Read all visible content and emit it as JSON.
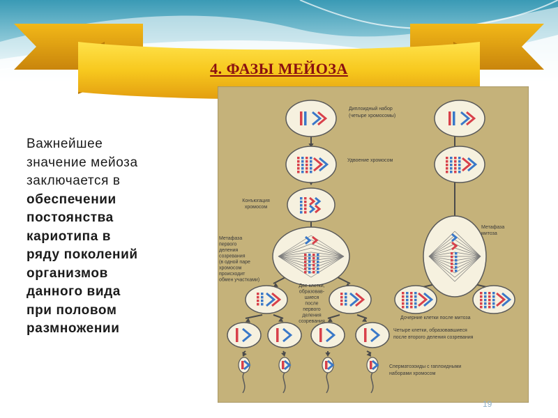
{
  "slide": {
    "title": "4. ФАЗЫ МЕЙОЗА",
    "text_lines": [
      {
        "text": "Важнейшее",
        "bold": false
      },
      {
        "text": "значение мейоза",
        "bold": false
      },
      {
        "text": "заключается  в",
        "bold": false
      },
      {
        "text": "обеспечении",
        "bold": true
      },
      {
        "text": "постоянства",
        "bold": true
      },
      {
        "text": "кариотипа в",
        "bold": true
      },
      {
        "text": "ряду поколений",
        "bold": true
      },
      {
        "text": "организмов",
        "bold": true
      },
      {
        "text": "данного вида",
        "bold": true
      },
      {
        "text": "при половом",
        "bold": true
      },
      {
        "text": "размножении",
        "bold": true
      }
    ],
    "page_number": "19"
  },
  "figure": {
    "labels": {
      "diploid_1": "Диплоидный набор",
      "diploid_2": "(четыре хромосомы)",
      "doubling": "Удвоение хромосом",
      "conj_1": "Конъюгация",
      "conj_2": "хромосом",
      "meta1_1": "Метафаза",
      "meta1_2": "первого",
      "meta1_3": "деления",
      "meta1_4": "созревания",
      "meta1_5": "(в одной паре",
      "meta1_6": "хромосом",
      "meta1_7": "происходит",
      "meta1_8": "обмен участками)",
      "two_1": "Две клетки,",
      "two_2": "образовав-",
      "two_3": "шиеся",
      "two_4": "после",
      "two_5": "первого",
      "two_6": "деления",
      "two_7": "созревания",
      "mitosis_1": "Метафаза",
      "mitosis_2": "митоза",
      "daughter": "Дочерние клетки после митоза",
      "four_1": "Четыре клетки, образовавшиеся",
      "four_2": "после второго деления созревания",
      "sperm_1": "Сперматозоиды с  гаплоидными",
      "sperm_2": "наборами хромосом"
    },
    "colors": {
      "background": "#c5b27a",
      "cell_fill": "#f6f1df",
      "red": "#d8404a",
      "blue": "#3a78c8",
      "gray": "#7a7a7a"
    }
  }
}
